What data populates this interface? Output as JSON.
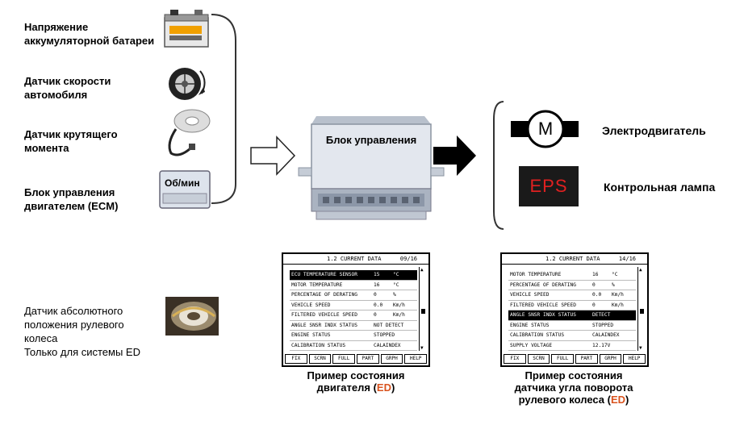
{
  "inputs": [
    {
      "line1": "Напряжение",
      "line2": "аккумуляторной батареи",
      "icon": "battery-icon"
    },
    {
      "line1": "Датчик скорости",
      "line2": "автомобиля",
      "icon": "wheel-icon"
    },
    {
      "line1": "Датчик крутящего",
      "line2": "момента",
      "icon": "torque-sensor-icon"
    },
    {
      "line1": "Блок управления",
      "line2": "двигателем (ECM)",
      "icon": "ecm-icon"
    }
  ],
  "ecm_label": "Об/мин",
  "control_unit_label": "Блок управления",
  "outputs": [
    {
      "label": "Электродвигатель",
      "icon": "motor-icon",
      "icon_text": "M"
    },
    {
      "label": "Контрольная лампа",
      "icon": "eps-lamp-icon",
      "icon_text": "EPS"
    }
  ],
  "abs_sensor": {
    "lines": [
      "Датчик абсолютного",
      "положения рулевого",
      "колеса",
      "Только для системы ED"
    ]
  },
  "screen1": {
    "title": "1.2 CURRENT DATA",
    "page": "09/16",
    "rows": [
      {
        "name": "ECU TEMPERATURE SENSOR",
        "value": "15",
        "unit": "°C",
        "highlighted": true
      },
      {
        "name": "MOTOR TEMPERATURE",
        "value": "16",
        "unit": "°C"
      },
      {
        "name": "PERCENTAGE OF DERATING",
        "value": "0",
        "unit": "%"
      },
      {
        "name": "VEHICLE SPEED",
        "value": "0.0",
        "unit": "Km/h"
      },
      {
        "name": "FILTERED VEHICLE SPEED",
        "value": "0",
        "unit": "Km/h"
      },
      {
        "name": "ANGLE SNSR INDX STATUS",
        "value": "NOT DETECT",
        "unit": ""
      },
      {
        "name": "ENGINE STATUS",
        "value": "STOPPED",
        "unit": ""
      },
      {
        "name": "CALIBRATION STATUS",
        "value": "CALAINDEX",
        "unit": ""
      }
    ],
    "fkeys": [
      "FIX",
      "SCRN",
      "FULL",
      "PART",
      "GRPH",
      "HELP"
    ],
    "caption_line1": "Пример состояния",
    "caption_line2_pre": "двигателя (",
    "caption_ed": "ED",
    "caption_line2_post": ")"
  },
  "screen2": {
    "title": "1.2 CURRENT DATA",
    "page": "14/16",
    "rows": [
      {
        "name": "MOTOR TEMPERATURE",
        "value": "16",
        "unit": "°C"
      },
      {
        "name": "PERCENTAGE OF DERATING",
        "value": "0",
        "unit": "%"
      },
      {
        "name": "VEHICLE SPEED",
        "value": "0.0",
        "unit": "Km/h"
      },
      {
        "name": "FILTERED VEHICLE SPEED",
        "value": "0",
        "unit": "Km/h"
      },
      {
        "name": "ANGLE SNSR INDX STATUS",
        "value": "DETECT",
        "unit": "",
        "highlighted": true
      },
      {
        "name": "ENGINE STATUS",
        "value": "STOPPED",
        "unit": ""
      },
      {
        "name": "CALIBRATION STATUS",
        "value": "CALAINDEX",
        "unit": ""
      },
      {
        "name": "SUPPLY VOLTAGE",
        "value": "12.17V",
        "unit": ""
      }
    ],
    "fkeys": [
      "FIX",
      "SCRN",
      "FULL",
      "PART",
      "GRPH",
      "HELP"
    ],
    "caption_line1": "Пример состояния",
    "caption_line2": "датчика угла поворота",
    "caption_line3_pre": "рулевого колеса (",
    "caption_ed": "ED",
    "caption_line3_post": ")"
  },
  "colors": {
    "eps_red": "#e02020",
    "lamp_bg": "#1a1a1a",
    "ed_orange": "#d9531e"
  }
}
